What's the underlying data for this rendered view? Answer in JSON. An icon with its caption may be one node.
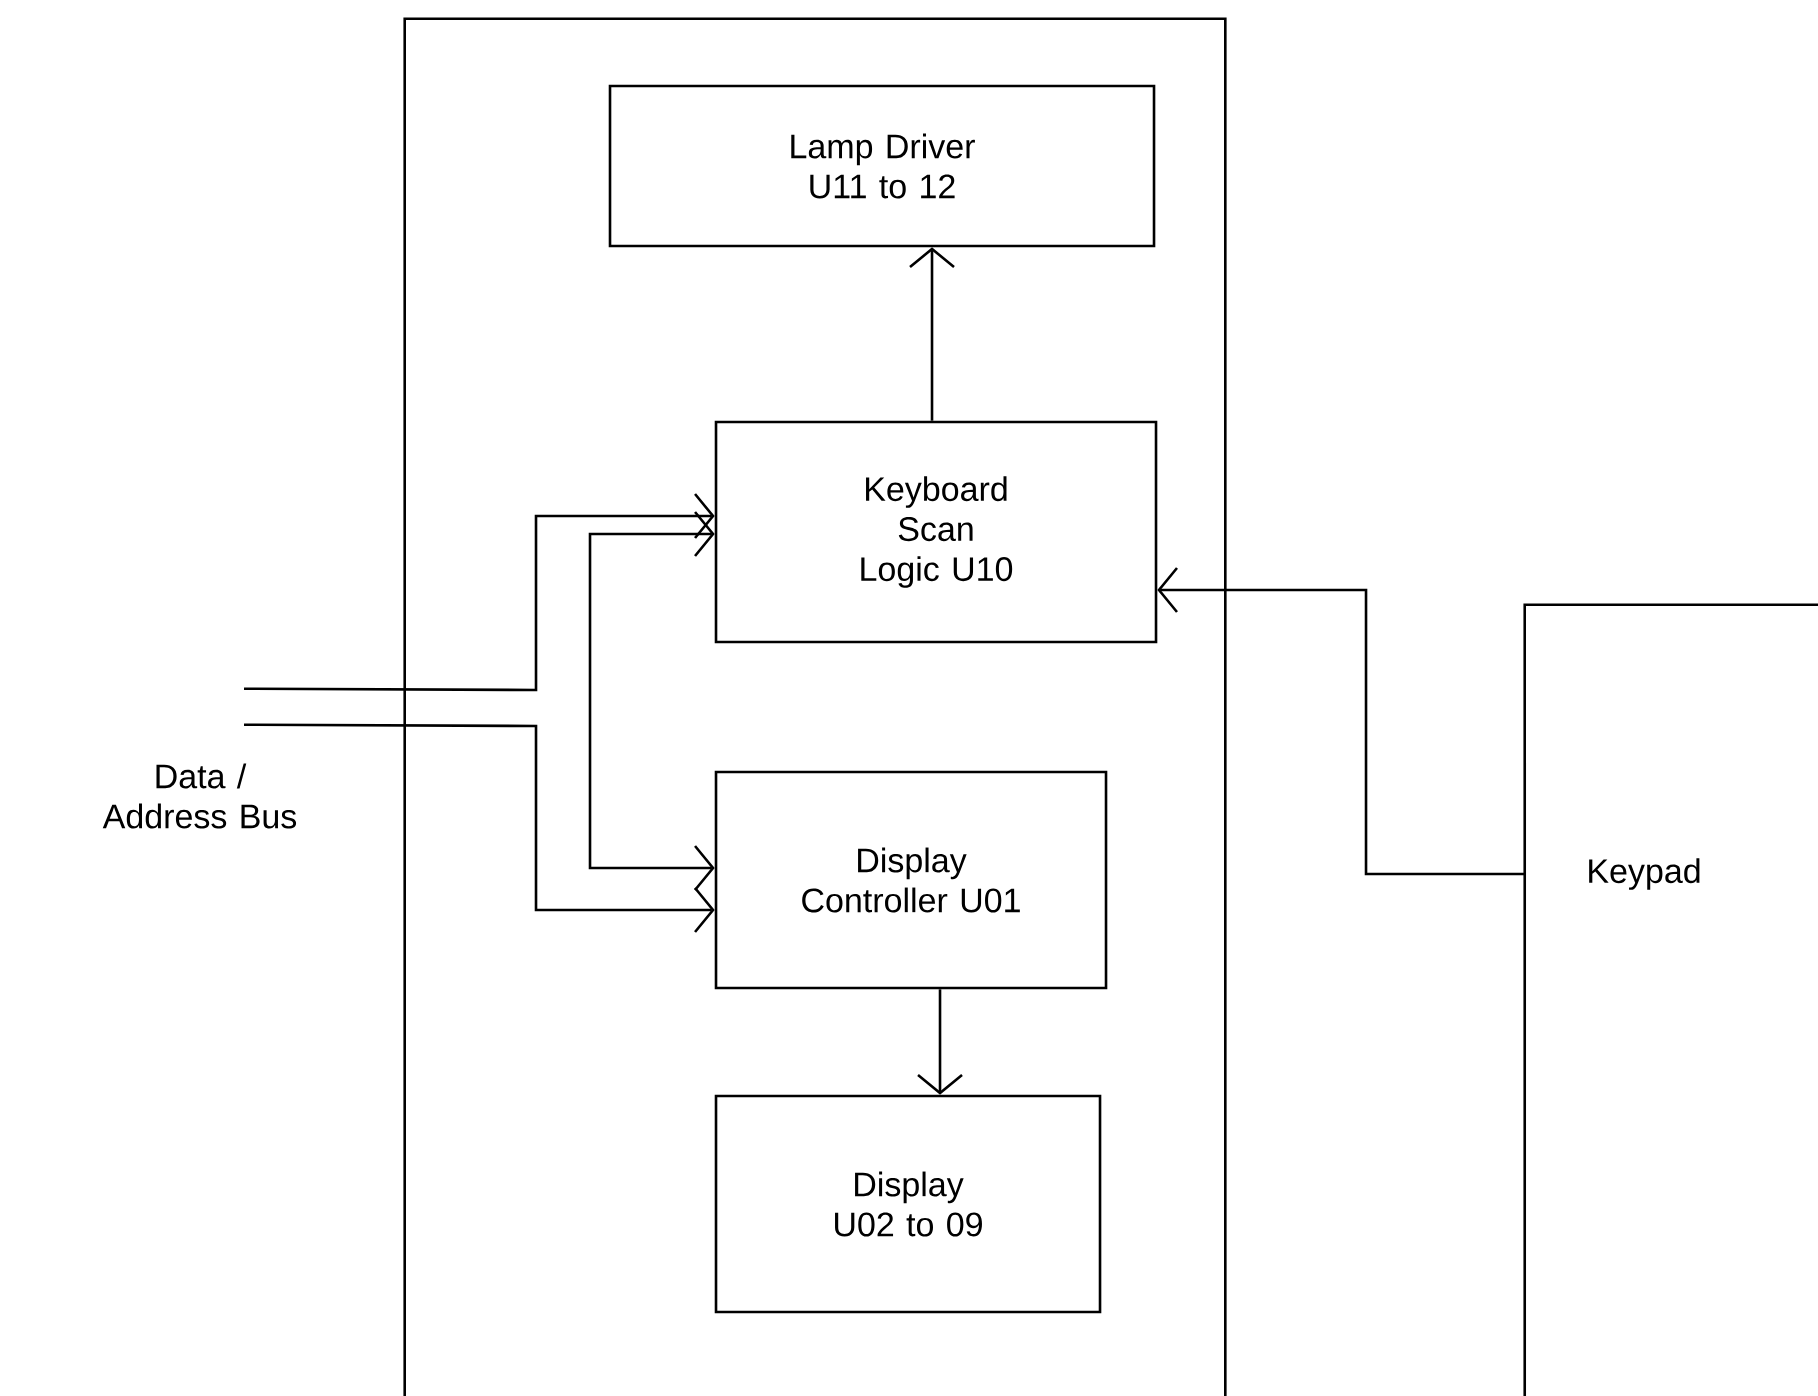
{
  "diagram": {
    "nodes": [
      {
        "text": [],
        "shape": "box"
      },
      {
        "text": [
          "Lamp Driver U11 to 12"
        ],
        "in": 0
      },
      {
        "text": [
          "Keyboard Scan Logic U10"
        ],
        "in": 0
      },
      {
        "text": [
          "Display Controller U01"
        ],
        "in": 0
      },
      {
        "text": [
          "Display U02 to 09"
        ],
        "in": 0
      },
      {
        "text": [
          "Keypad"
        ]
      },
      {
        "text": [
          "Data / Address Bus"
        ]
      }
    ],
    "edges": [
      {
        "from": 6,
        "to": 2,
        "arrow": "to"
      },
      {
        "from": 6,
        "to": 3,
        "arrow": "to"
      },
      {
        "from": 2,
        "to": 3,
        "arrow": "both"
      },
      {
        "from": 2,
        "to": 1,
        "arrow": "to"
      },
      {
        "from": 3,
        "to": 4,
        "arrow": "to"
      },
      {
        "from": 5,
        "to": 2,
        "arrow": "to"
      }
    ]
  }
}
